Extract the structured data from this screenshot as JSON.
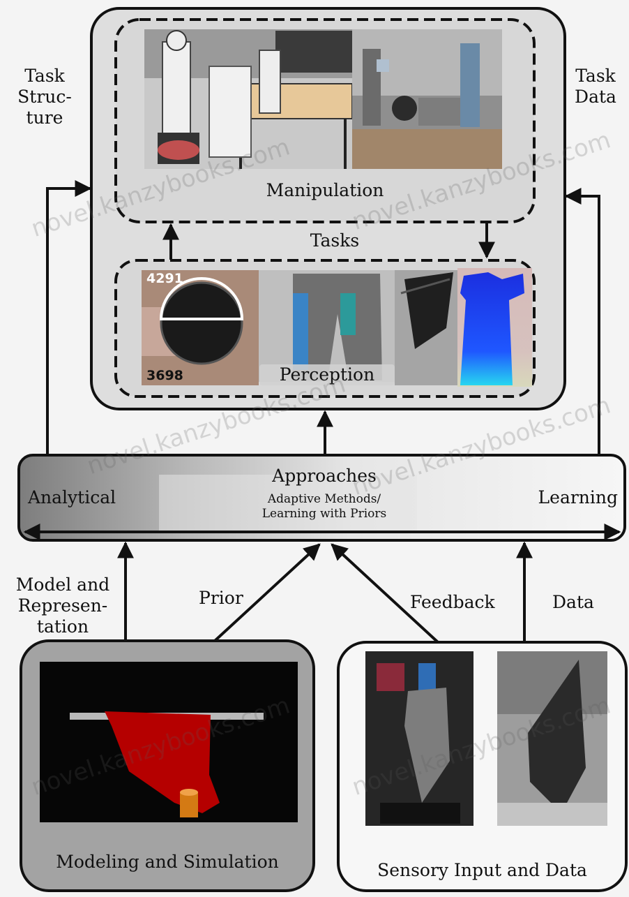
{
  "colors": {
    "line": "#111111",
    "panel_fill": "#dcdcdc",
    "modeling_fill": "#9a9a9a",
    "approaches_gradient_left": "#8a8a8a",
    "approaches_gradient_right": "#f4f4f4",
    "cloth_red": "#b00000",
    "shirt_blue": "#1a3cff"
  },
  "top_panel": {
    "manipulation_label": "Manipulation",
    "tasks_label": "Tasks",
    "perception_label": "Perception",
    "gauge_top_number": "4291",
    "gauge_bottom_number": "3698"
  },
  "side_labels": {
    "task_structure": "Task\nStruc-\nture",
    "task_data": "Task\nData"
  },
  "approaches": {
    "title": "Approaches",
    "left": "Analytical",
    "right": "Learning",
    "middle": "Adaptive Methods/\nLearning with Priors"
  },
  "arrow_labels": {
    "model_representation": "Model and\nRepresen-\ntation",
    "prior": "Prior",
    "feedback": "Feedback",
    "data": "Data"
  },
  "bottom_left": {
    "label": "Modeling and Simulation"
  },
  "bottom_right": {
    "label": "Sensory Input and Data"
  },
  "watermark": "novel.kanzybooks.com",
  "icons": [
    "arrow-up-icon",
    "arrow-down-icon",
    "double-arrow-icon"
  ]
}
